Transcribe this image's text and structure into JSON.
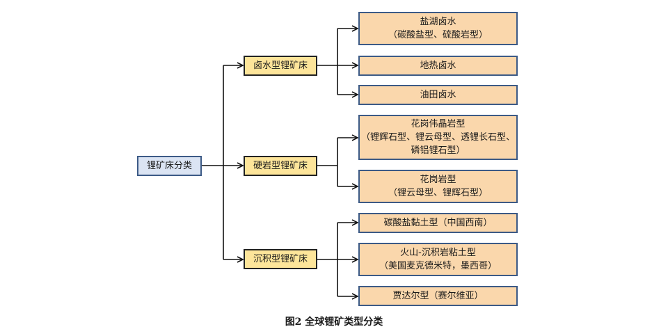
{
  "diagram": {
    "root": {
      "label": "锂矿床分类"
    },
    "categories": [
      {
        "label": "卤水型锂矿床",
        "children": [
          {
            "lines": [
              "盐湖卤水",
              "（碳酸盐型、硫酸岩型）"
            ]
          },
          {
            "lines": [
              "地热卤水"
            ]
          },
          {
            "lines": [
              "油田卤水"
            ]
          }
        ]
      },
      {
        "label": "硬岩型锂矿床",
        "children": [
          {
            "lines": [
              "花岗伟晶岩型",
              "（锂辉石型、锂云母型、透锂长石型、",
              "磷铝锂石型）"
            ]
          },
          {
            "lines": [
              "花岗岩型",
              "（锂云母型、锂辉石型）"
            ]
          }
        ]
      },
      {
        "label": "沉积型锂矿床",
        "children": [
          {
            "lines": [
              "碳酸盐黏土型（中国西南）"
            ]
          },
          {
            "lines": [
              "火山-沉积岩粘土型",
              "（美国麦克德米特，墨西哥）"
            ]
          },
          {
            "lines": [
              "贾达尔型（赛尔维亚）"
            ]
          }
        ]
      }
    ],
    "colors": {
      "root_fill": "#dbe4f3",
      "root_border": "#3c5a86",
      "category_fill": "#fde59a",
      "category_border": "#222222",
      "leaf_fill": "#fad7ac",
      "leaf_border": "#3c5a86",
      "connector": "#111111"
    }
  },
  "caption": "图2   全球锂矿类型分类"
}
